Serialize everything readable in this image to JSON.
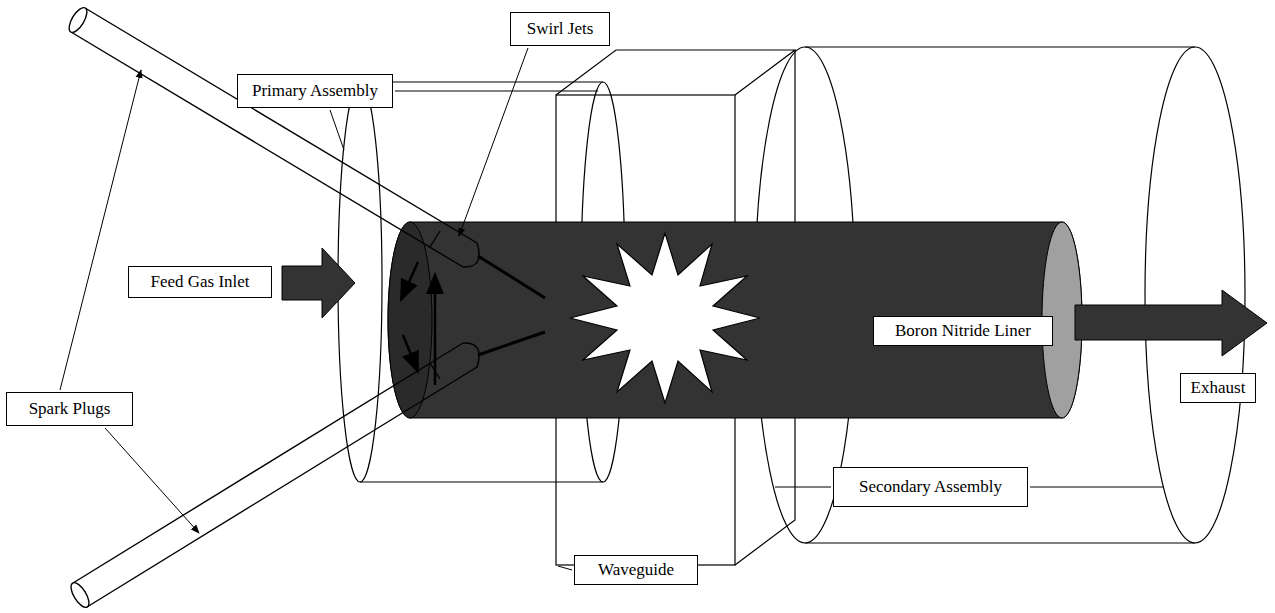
{
  "diagram": {
    "nodes": [
      {
        "text": [
          "Swirl Jets"
        ]
      },
      {
        "text": [
          "Primary Assembly"
        ]
      },
      {
        "text": [
          "Feed Gas Inlet"
        ]
      },
      {
        "text": [
          "Boron Nitride Liner"
        ]
      },
      {
        "text": [
          "Exhaust"
        ]
      },
      {
        "text": [
          "Spark Plugs"
        ]
      },
      {
        "text": [
          "Secondary Assembly"
        ]
      },
      {
        "text": [
          "Waveguide"
        ]
      }
    ]
  }
}
